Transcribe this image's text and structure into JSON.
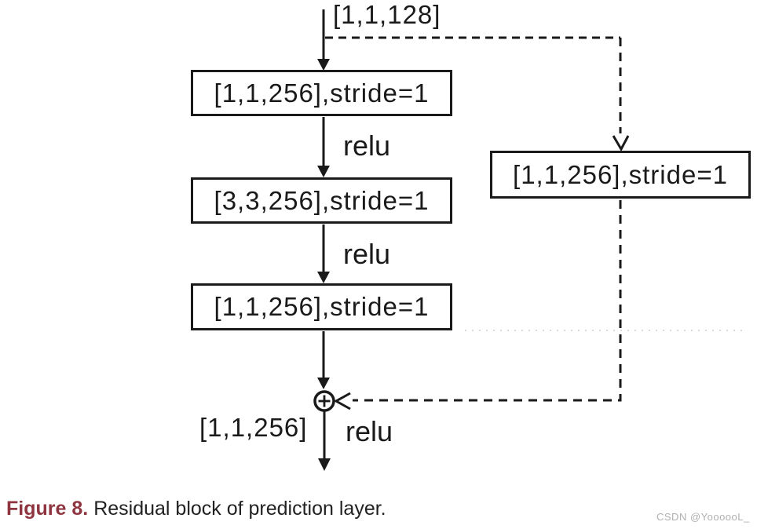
{
  "figure": {
    "caption": {
      "label": "Figure 8.",
      "text": "Residual block of prediction layer."
    },
    "watermark": "CSDN @YoooooL_"
  },
  "diagram": {
    "type": "flow-diagram",
    "title": "Residual block of prediction layer",
    "input_label": "[1,1,128]",
    "output_label": "[1,1,256]",
    "activation_labels": [
      "relu",
      "relu",
      "relu"
    ],
    "nodes": {
      "conv1": "[1,1,256],stride=1",
      "conv2": "[3,3,256],stride=1",
      "conv3": "[1,1,256],stride=1",
      "shortcut": "[1,1,256],stride=1"
    },
    "add_operator": "plus-in-circle",
    "flow": [
      "input [1,1,128] -> conv1 -> relu -> conv2 -> relu -> conv3 -> add",
      "input [1,1,128] -> shortcut conv -> add (dashed skip connection)",
      "add -> relu -> output [1,1,256]"
    ],
    "colors": {
      "line": "#1a1a1a",
      "box_border": "#1a1a1a",
      "background": "#ffffff",
      "caption_label": "#8e3540",
      "watermark": "#b0b0b0"
    }
  }
}
